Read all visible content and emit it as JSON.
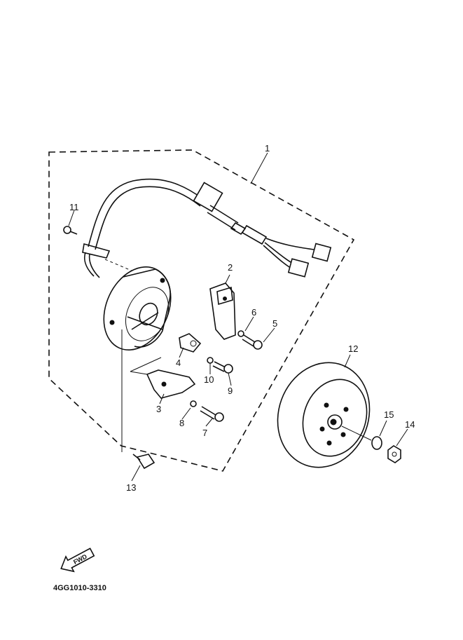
{
  "callouts": {
    "c1": "1",
    "c2": "2",
    "c3": "3",
    "c4": "4",
    "c5": "5",
    "c6": "6",
    "c7": "7",
    "c8": "8",
    "c9": "9",
    "c10": "10",
    "c11": "11",
    "c12": "12",
    "c13": "13",
    "c14": "14",
    "c15": "15"
  },
  "forward_arrow_label": "FWD",
  "drawing_code": "4GG1010-3310"
}
